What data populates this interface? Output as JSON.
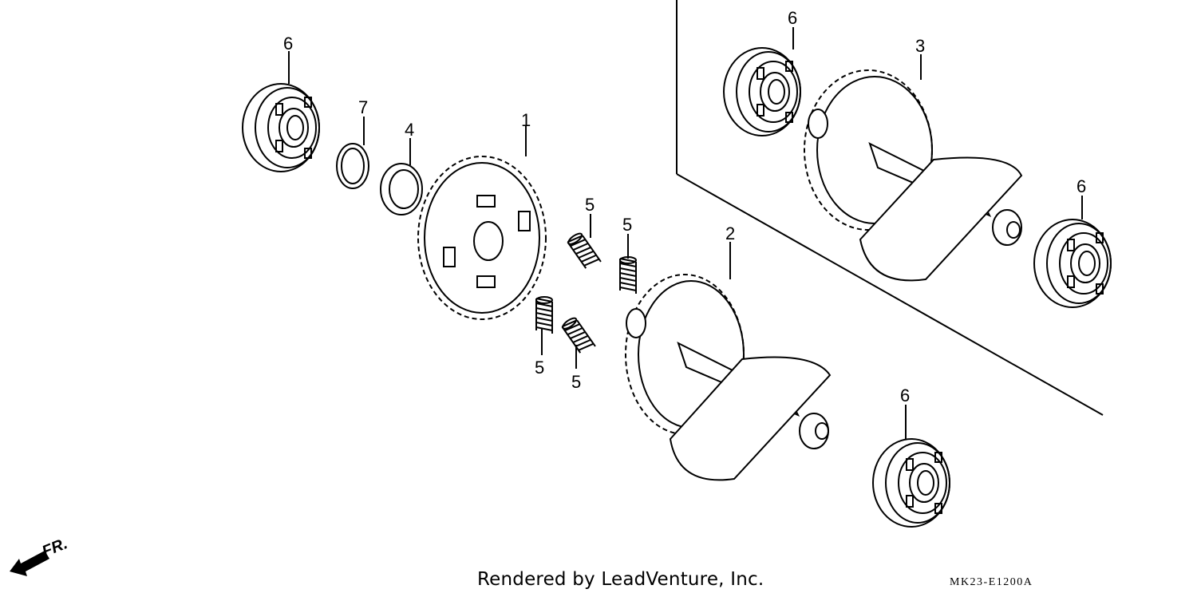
{
  "callouts": {
    "c1": "1",
    "c2": "2",
    "c3": "3",
    "c4": "4",
    "c5a": "5",
    "c5b": "5",
    "c5c": "5",
    "c5d": "5",
    "c6a": "6",
    "c6b": "6",
    "c6c": "6",
    "c6d": "6",
    "c7": "7"
  },
  "direction_indicator": {
    "label": "FR.",
    "icon": "front-direction-arrow-icon"
  },
  "footer": {
    "credit": "Rendered by LeadVenture, Inc.",
    "code": "MK23-E1200A"
  },
  "colors": {
    "line": "#000000",
    "background": "#ffffff"
  }
}
